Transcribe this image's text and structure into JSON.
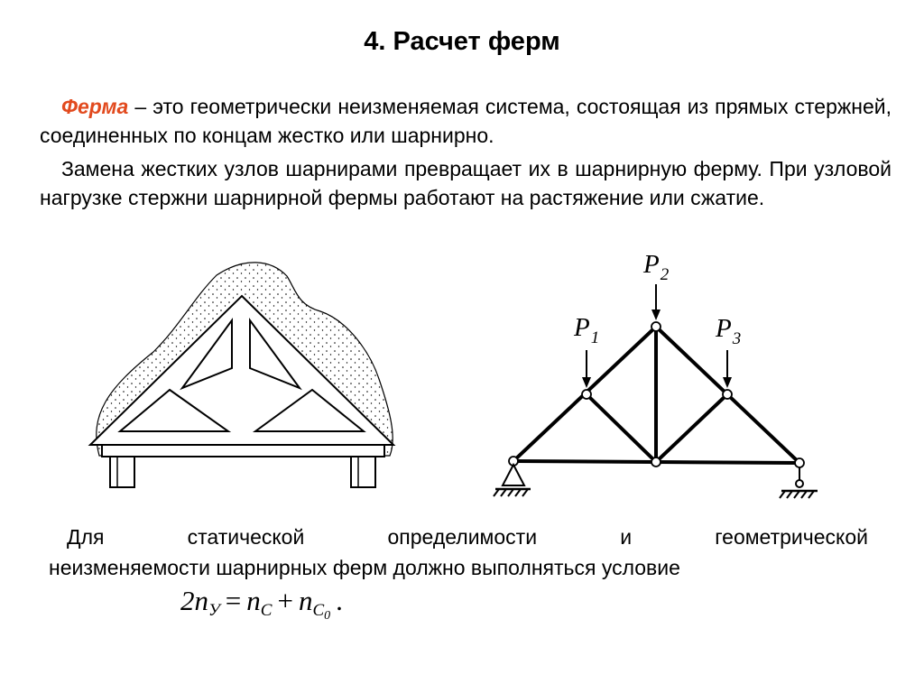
{
  "title": "4. Расчет  ферм",
  "definition": {
    "term": "Ферма",
    "text": " – это геометрически неизменяемая система, состоящая из прямых стержней, соединенных по концам жестко или шарнирно."
  },
  "paragraph2": "Замена жестких узлов шарнирами превращает их в шарнирную ферму. При узловой нагрузке стержни шарнирной фермы работают на растяжение или сжатие.",
  "condition": {
    "words_line1": [
      "Для",
      "статической",
      "определимости",
      "и",
      "геометрической"
    ],
    "line2": "неизменяемости шарнирных ферм должно выполняться условие"
  },
  "formula": {
    "coef": "2",
    "n": "n",
    "sub_y": "У",
    "eq": "=",
    "sub_c": "С",
    "plus": "+",
    "sub_c0": "С",
    "sub_c0_index": "0",
    "end": "."
  },
  "loads": [
    {
      "letter": "P",
      "index": "1"
    },
    {
      "letter": "P",
      "index": "2"
    },
    {
      "letter": "P",
      "index": "3"
    }
  ]
}
